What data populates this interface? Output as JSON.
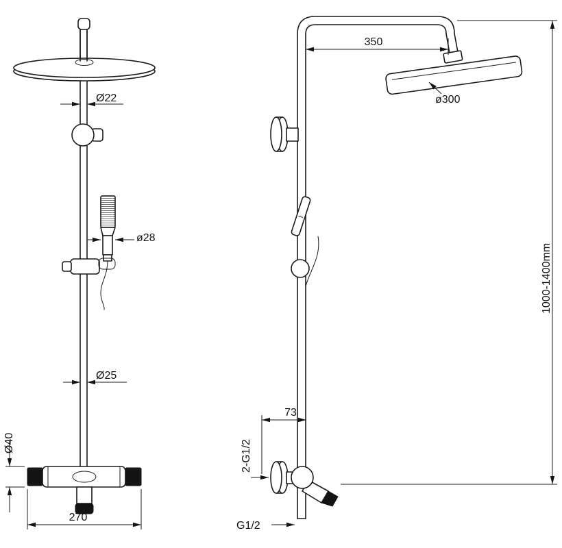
{
  "canvas": {
    "background": "#ffffff",
    "line_color": "#1a1a1a",
    "text_color": "#111111"
  },
  "drawing": {
    "labels": {
      "pipe_top_dia": "Ø22",
      "hand_shower_dia": "ø28",
      "pipe_lower_dia": "Ø25",
      "mixer_body_dia": "Ø40",
      "mixer_width": "270",
      "arm_reach": "350",
      "head_dia": "ø300",
      "wall_offset": "73",
      "inlet_thread": "2-G1/2",
      "outlet_thread": "G1/2",
      "height_range": "1000-1400mm"
    }
  }
}
